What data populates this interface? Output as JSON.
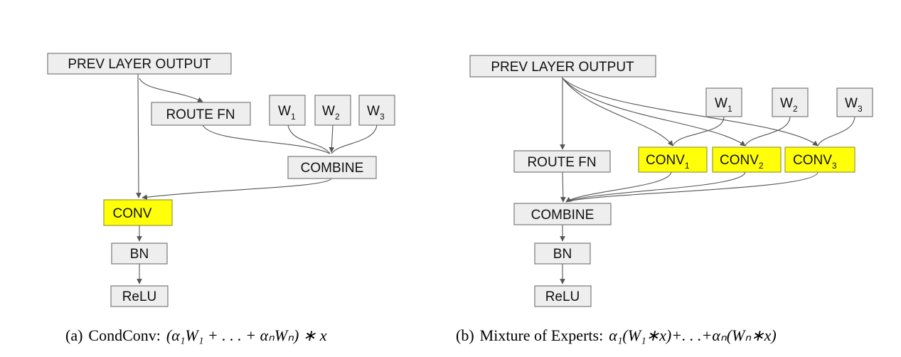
{
  "panel_a": {
    "nodes": {
      "prev": {
        "label": "PREV LAYER OUTPUT"
      },
      "route": {
        "label": "ROUTE FN"
      },
      "w1": {
        "label": "W",
        "sub": "1"
      },
      "w2": {
        "label": "W",
        "sub": "2"
      },
      "w3": {
        "label": "W",
        "sub": "3"
      },
      "combine": {
        "label": "COMBINE"
      },
      "conv": {
        "label": "CONV"
      },
      "bn": {
        "label": "BN"
      },
      "relu": {
        "label": "ReLU"
      }
    },
    "caption": {
      "prefix": "(a)",
      "name": "CondConv:",
      "formula": "(α₁W₁ + . . . + αₙWₙ) ∗ x"
    }
  },
  "panel_b": {
    "nodes": {
      "prev": {
        "label": "PREV LAYER OUTPUT"
      },
      "w1": {
        "label": "W",
        "sub": "1"
      },
      "w2": {
        "label": "W",
        "sub": "2"
      },
      "w3": {
        "label": "W",
        "sub": "3"
      },
      "route": {
        "label": "ROUTE FN"
      },
      "conv1": {
        "label": "CONV",
        "sub": "1"
      },
      "conv2": {
        "label": "CONV",
        "sub": "2"
      },
      "conv3": {
        "label": "CONV",
        "sub": "3"
      },
      "combine": {
        "label": "COMBINE"
      },
      "bn": {
        "label": "BN"
      },
      "relu": {
        "label": "ReLU"
      }
    },
    "caption": {
      "prefix": "(b)",
      "name": "Mixture of Experts:",
      "formula": "α₁(W₁∗x)+. . .+αₙ(Wₙ∗x)"
    }
  },
  "colors": {
    "highlight": "#ffff0a",
    "box": "#eeeeee",
    "edge": "#555555"
  }
}
